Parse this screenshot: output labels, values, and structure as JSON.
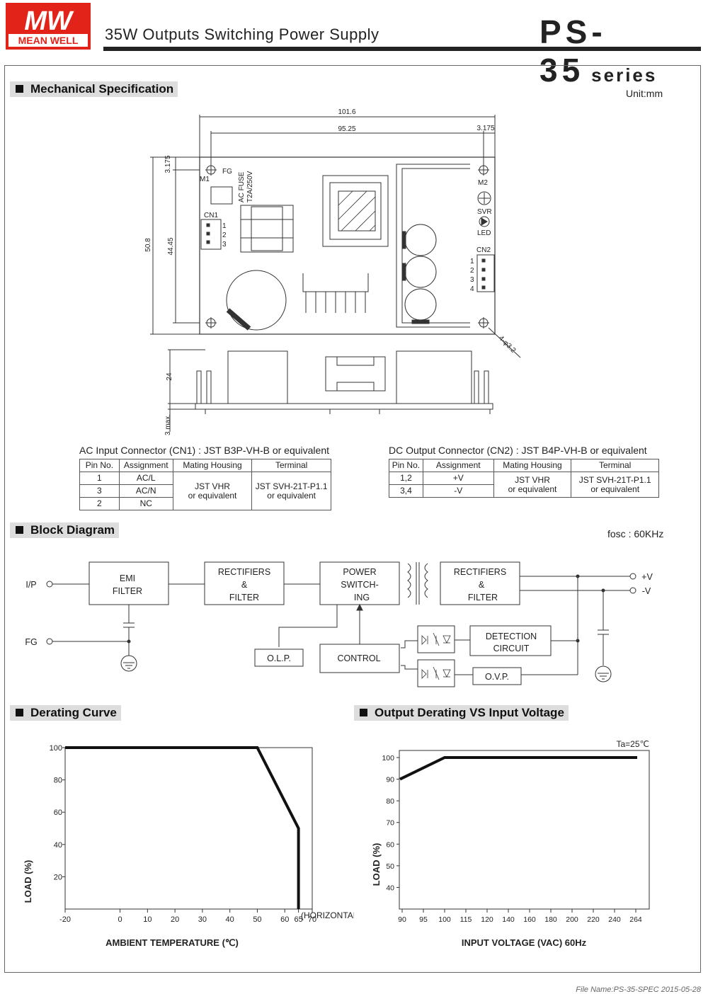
{
  "header": {
    "brand_top": "MW",
    "brand_bottom": "MEAN WELL",
    "title": "35W Outputs Switching Power Supply",
    "model": "PS-35",
    "series_word": "series",
    "brand_color": "#e2231a"
  },
  "mechanical": {
    "section_title": "Mechanical Specification",
    "unit": "Unit:mm",
    "dims": {
      "width_total": "101.6",
      "width_inner": "95.25",
      "offset_right": "3.175",
      "offset_top": "3.175",
      "height_total": "50.8",
      "height_inner": "44.45",
      "side_height": "24",
      "side_max": "3 max.",
      "hole": "4-φ3.2"
    },
    "labels": {
      "m1": "M1",
      "fg": "FG",
      "fuse": "AC FUSE",
      "fuse_rating": "T2A/250V",
      "cn1": "CN1",
      "m2": "M2",
      "svr": "SVR",
      "led": "LED",
      "cn2": "CN2",
      "pin1": "1",
      "pin2": "2",
      "pin3": "3",
      "pin4": "4"
    }
  },
  "ac_connector": {
    "title": "AC Input Connector (CN1) : JST B3P-VH-B  or equivalent",
    "headers": [
      "Pin No.",
      "Assignment",
      "Mating Housing",
      "Terminal"
    ],
    "rows": [
      {
        "pin": "1",
        "assignment": "AC/L"
      },
      {
        "pin": "3",
        "assignment": "AC/N"
      },
      {
        "pin": "2",
        "assignment": "NC"
      }
    ],
    "housing": "JST VHR",
    "housing_note": "or equivalent",
    "terminal": "JST SVH-21T-P1.1",
    "terminal_note": "or equivalent"
  },
  "dc_connector": {
    "title": "DC Output Connector (CN2) : JST B4P-VH-B or equivalent",
    "headers": [
      "Pin No.",
      "Assignment",
      "Mating Housing",
      "Terminal"
    ],
    "rows": [
      {
        "pin": "1,2",
        "assignment": "+V"
      },
      {
        "pin": "3,4",
        "assignment": "-V"
      }
    ],
    "housing": "JST VHR",
    "housing_note": "or equivalent",
    "terminal": "JST SVH-21T-P1.1",
    "terminal_note": "or equivalent"
  },
  "block": {
    "section_title": "Block Diagram",
    "fosc": "fosc : 60KHz",
    "ip": "I/P",
    "fg": "FG",
    "emi_1": "EMI",
    "emi_2": "FILTER",
    "rect1_1": "RECTIFIERS",
    "rect1_2": "&",
    "rect1_3": "FILTER",
    "pwr_1": "POWER",
    "pwr_2": "SWITCH-",
    "pwr_3": "ING",
    "rect2_1": "RECTIFIERS",
    "rect2_2": "&",
    "rect2_3": "FILTER",
    "plus_v": "+V",
    "minus_v": "-V",
    "olp": "O.L.P.",
    "control": "CONTROL",
    "det_1": "DETECTION",
    "det_2": "CIRCUIT",
    "ovp": "O.V.P."
  },
  "footer": {
    "file": "File Name:PS-35-SPEC   2015-05-28"
  },
  "chart_data": [
    {
      "type": "line",
      "title": "Derating Curve",
      "xlabel": "AMBIENT TEMPERATURE (℃)",
      "x_suffix": "(HORIZONTAL)",
      "ylabel": "LOAD (%)",
      "xticks": [
        "-20",
        "0",
        "10",
        "20",
        "30",
        "40",
        "50",
        "60",
        "65",
        "70"
      ],
      "yticks": [
        "20",
        "40",
        "60",
        "80",
        "100"
      ],
      "xlim": [
        -20,
        70
      ],
      "ylim": [
        0,
        100
      ],
      "series": [
        {
          "x": [
            -20,
            50,
            65,
            65
          ],
          "y": [
            100,
            100,
            50,
            0
          ]
        }
      ]
    },
    {
      "type": "line",
      "title": "Output Derating VS Input Voltage",
      "annotation": "Ta=25℃",
      "xlabel": "INPUT VOLTAGE (VAC) 60Hz",
      "ylabel": "LOAD (%)",
      "xticks": [
        "90",
        "95",
        "100",
        "115",
        "120",
        "140",
        "160",
        "180",
        "200",
        "220",
        "240",
        "264"
      ],
      "yticks": [
        "40",
        "50",
        "60",
        "70",
        "80",
        "90",
        "100"
      ],
      "ylim": [
        30,
        100
      ],
      "series": [
        {
          "x": [
            "90",
            "100",
            "264"
          ],
          "y": [
            90,
            100,
            100
          ]
        }
      ]
    }
  ]
}
